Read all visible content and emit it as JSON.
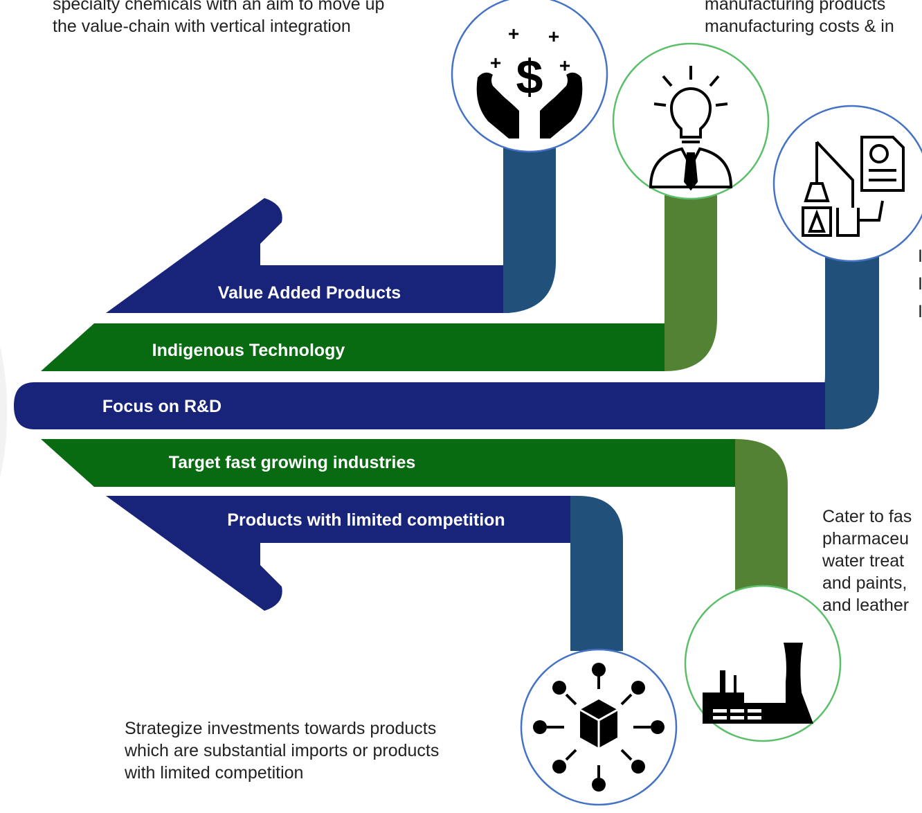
{
  "colors": {
    "navy": "#18237a",
    "green": "#086b12",
    "steel_blue": "#21517a",
    "olive_green": "#548235",
    "circle_blue_border": "#4472c4",
    "circle_green_border": "#5bbf6a"
  },
  "bands": [
    {
      "label": "Value Added Products",
      "color": "navy",
      "connector_color": "steel_blue",
      "icon": "money-hands-icon"
    },
    {
      "label": "Indigenous Technology",
      "color": "green",
      "connector_color": "olive_green",
      "icon": "idea-person-icon"
    },
    {
      "label": "Focus on R&D",
      "color": "navy",
      "connector_color": "steel_blue",
      "icon": "lab-report-icon"
    },
    {
      "label": "Target fast growing industries",
      "color": "green",
      "connector_color": "olive_green",
      "icon": "factory-icon"
    },
    {
      "label": "Products with limited competition",
      "color": "navy",
      "connector_color": "steel_blue",
      "icon": "distribution-box-icon"
    }
  ],
  "descriptions": {
    "value_added": [
      "specialty chemicals with an aim to move up",
      "the value-chain with vertical integration"
    ],
    "indigenous": [
      "manufacturing products",
      "manufacturing costs & in"
    ],
    "rnd": [
      "I",
      "I",
      "I"
    ],
    "fast_growing": [
      "Cater to fas",
      "pharmaceu",
      "water treat",
      "and paints,",
      "and leather"
    ],
    "limited_competition": [
      "Strategize investments towards products",
      "which are substantial imports or products",
      "with limited competition"
    ]
  }
}
